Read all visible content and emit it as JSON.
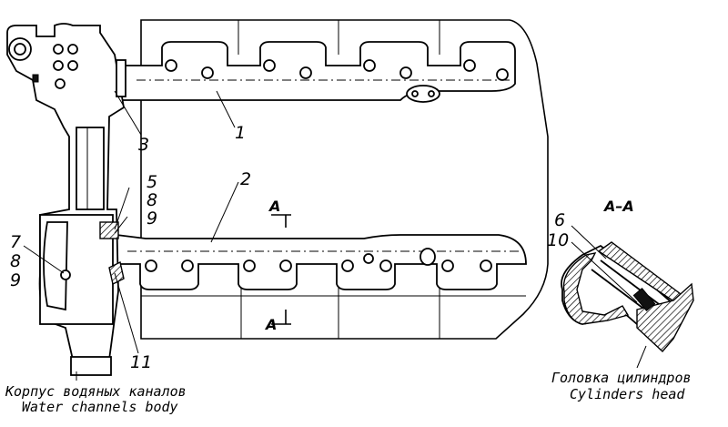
{
  "callouts": {
    "c1": "1",
    "c2": "2",
    "c3": "3",
    "c5": "5",
    "c8a": "8",
    "c9a": "9",
    "c7": "7",
    "c8b": "8",
    "c9b": "9",
    "c11": "11",
    "c6": "6",
    "c10": "10"
  },
  "section": {
    "title": "A–A",
    "marker_top": "A",
    "marker_bottom": "A"
  },
  "captions": {
    "left_ru": "Корпус водяных каналов",
    "left_en": "Water channels body",
    "right_ru": "Головка цилиндров",
    "right_en": "Cylinders head"
  }
}
